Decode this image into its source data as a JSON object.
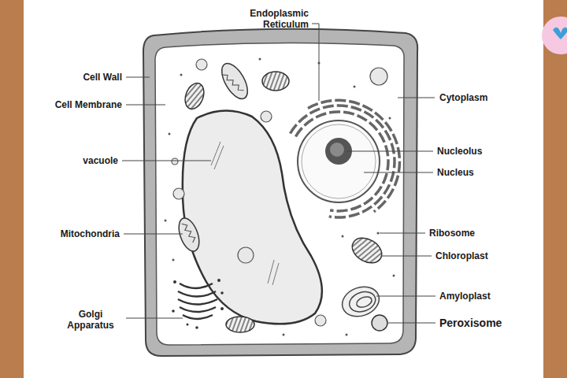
{
  "diagram": {
    "labels": [
      "Endoplasmic Reticulum",
      "Cell Wall",
      "Cell Membrane",
      "Cytoplasm",
      "vacuole",
      "Nucleolus",
      "Nucleus",
      "Mitochondria",
      "Ribosome",
      "Chloroplast",
      "Amyloplast",
      "Golgi Apparatus",
      "Peroxisome"
    ]
  }
}
